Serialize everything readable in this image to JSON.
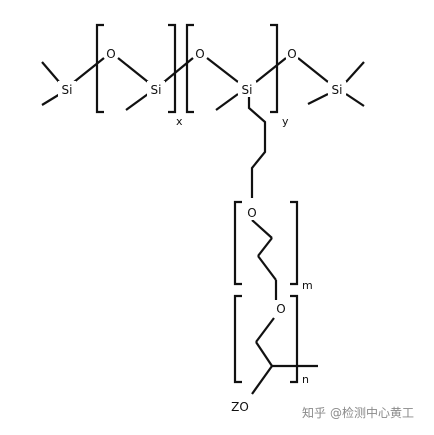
{
  "structure": {
    "atoms": {
      "si1": "Si",
      "o1": "O",
      "si2": "Si",
      "o2": "O",
      "si3": "Si",
      "o3": "O",
      "si4": "Si",
      "o4": "O",
      "o5": "O",
      "zo": "ZO"
    },
    "subscripts": {
      "x": "x",
      "y": "y",
      "m": "m",
      "n": "n"
    }
  },
  "watermark": {
    "brand": "知乎",
    "author": "@检测中心黄工"
  },
  "colors": {
    "ink": "#111111",
    "watermark": "#8a8a8a",
    "background": "#ffffff"
  }
}
